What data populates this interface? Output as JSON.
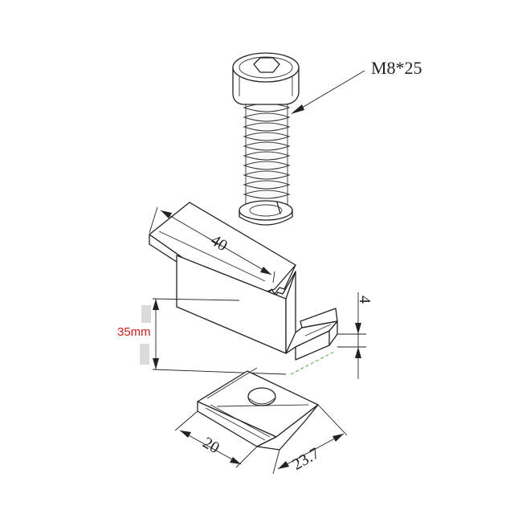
{
  "labels": {
    "bolt": "M8*25",
    "clamp_length": "40",
    "height": "35mm",
    "lip": "4",
    "nut_width": "20",
    "nut_length": "23.7"
  }
}
